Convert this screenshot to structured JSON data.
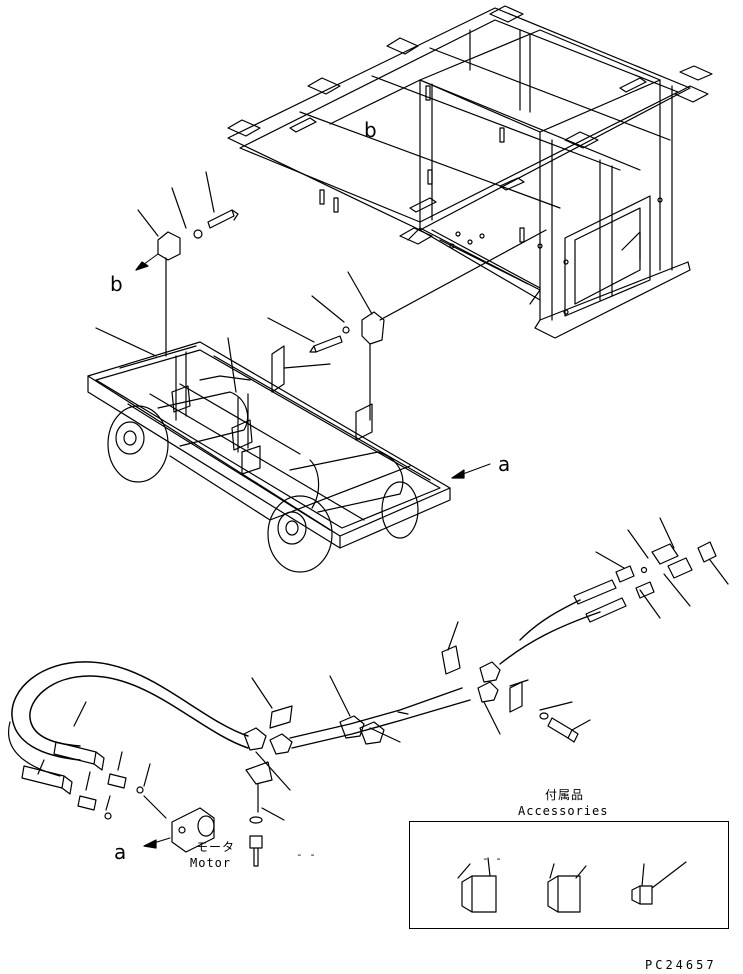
{
  "callouts": {
    "b_top": "b",
    "b_left": "b",
    "a_right": "a",
    "a_bottom": "a"
  },
  "motor": {
    "label_jp": "モータ",
    "label_en": "Motor",
    "dash_note": "- -"
  },
  "accessories": {
    "title_jp": "付属品",
    "title_en": "Accessories",
    "dash_note": "- -"
  },
  "drawing_code": "PC24657",
  "icons": [
    "arrow-icon",
    "bolt-icon",
    "washer-icon",
    "bracket-icon",
    "hose-icon",
    "fitting-icon",
    "cap-icon",
    "plug-icon",
    "wheel-icon"
  ]
}
